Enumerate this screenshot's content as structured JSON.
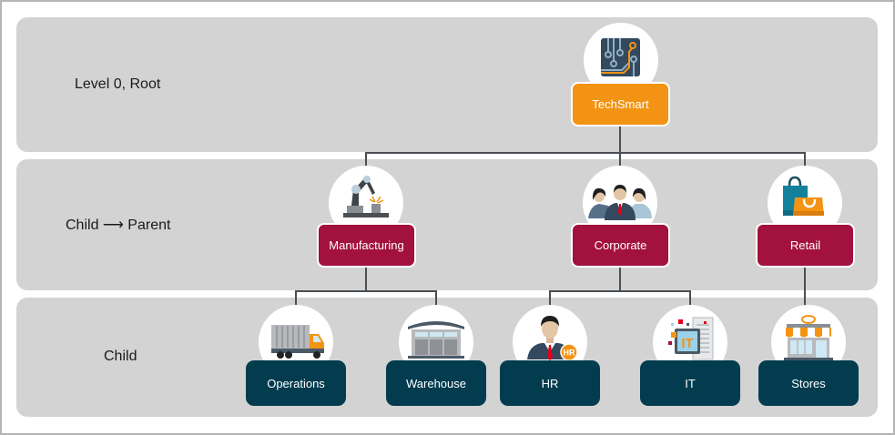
{
  "diagram": {
    "levels": [
      {
        "label": "Level 0, Root"
      },
      {
        "label": "Child ⟶ Parent"
      },
      {
        "label": "Child"
      }
    ],
    "colors": {
      "root": "#f39313",
      "parent": "#a3113f",
      "child": "#033c4f",
      "band": "#d3d3d3",
      "connector": "#4a4f55"
    },
    "root": {
      "label": "TechSmart",
      "icon": "circuit-board-icon"
    },
    "parents": [
      {
        "label": "Manufacturing",
        "icon": "robot-arm-icon"
      },
      {
        "label": "Corporate",
        "icon": "business-team-icon"
      },
      {
        "label": "Retail",
        "icon": "shopping-bags-icon"
      }
    ],
    "children": [
      {
        "label": "Operations",
        "icon": "truck-icon",
        "parent": "Manufacturing"
      },
      {
        "label": "Warehouse",
        "icon": "warehouse-icon",
        "parent": "Manufacturing"
      },
      {
        "label": "HR",
        "icon": "hr-person-icon",
        "parent": "Corporate"
      },
      {
        "label": "IT",
        "icon": "it-server-icon",
        "parent": "Corporate"
      },
      {
        "label": "Stores",
        "icon": "storefront-icon",
        "parent": "Retail"
      }
    ],
    "hr_badge": "HR",
    "it_badge": "IT"
  }
}
